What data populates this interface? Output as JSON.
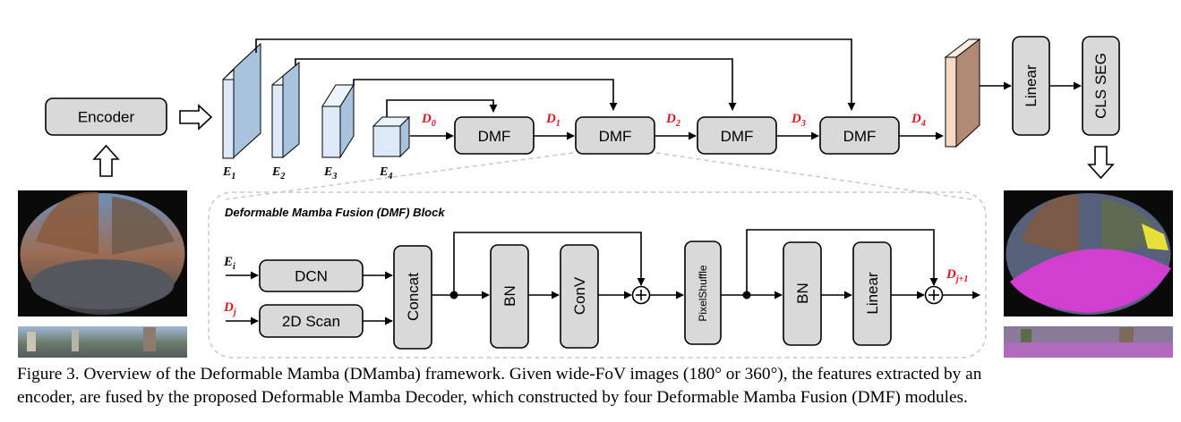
{
  "encoder_label": "Encoder",
  "features": [
    {
      "letter": "E",
      "sub": "1"
    },
    {
      "letter": "E",
      "sub": "2"
    },
    {
      "letter": "E",
      "sub": "3"
    },
    {
      "letter": "E",
      "sub": "4"
    }
  ],
  "decoder_outputs": [
    {
      "letter": "D",
      "sub": "0"
    },
    {
      "letter": "D",
      "sub": "1"
    },
    {
      "letter": "D",
      "sub": "2"
    },
    {
      "letter": "D",
      "sub": "3"
    },
    {
      "letter": "D",
      "sub": "4"
    }
  ],
  "dmf_label": "DMF",
  "head": {
    "linear_label": "Linear",
    "cls_label": "CLS SEG"
  },
  "block": {
    "title": "Deformable Mamba Fusion (DMF) Block",
    "input_e": {
      "letter": "E",
      "sub": "i"
    },
    "input_d": {
      "letter": "D",
      "sub": "j"
    },
    "output": {
      "letter": "D",
      "sub": "j+1"
    },
    "dcn_label": "DCN",
    "scan_label": "2D Scan",
    "concat_label": "Concat",
    "bn_label": "BN",
    "conv_label": "ConV",
    "pixelshuffle_label": "PixelShuffle",
    "linear_label": "Linear"
  },
  "caption_line1": "Figure 3. Overview of the Deformable Mamba (DMamba) framework. Given wide-FoV images (180° or 360°), the features extracted by an",
  "caption_line2": "encoder, are fused by the proposed Deformable Mamba Decoder, which constructed by four Deformable Mamba Fusion (DMF) modules.",
  "colors": {
    "box_fill": "#d9d9d9",
    "feature_blue": "#dde9f6",
    "feature_out": "#f4d9c6",
    "accent_red": "#e8141c"
  }
}
